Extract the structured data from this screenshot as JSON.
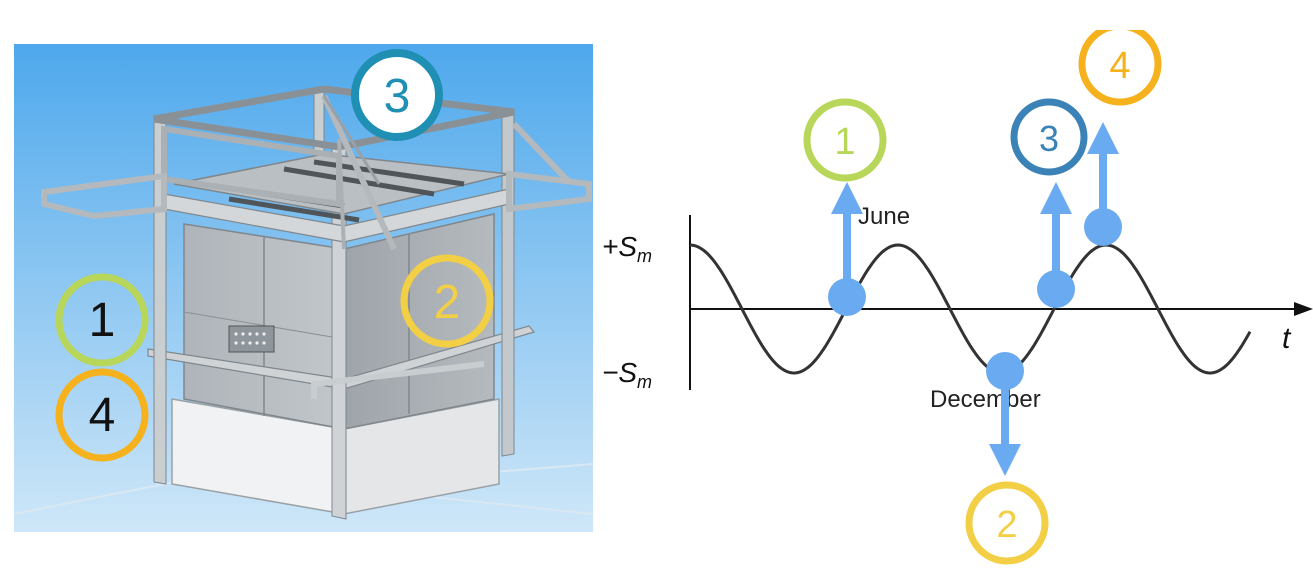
{
  "left_panel": {
    "markers": [
      {
        "label": "1",
        "color": "#b8d65a",
        "text_color": "#111111"
      },
      {
        "label": "2",
        "color": "#f2cf45",
        "text_color": "#f2cf45"
      },
      {
        "label": "3",
        "color": "#1f8fb4",
        "text_color": "#1f8fb4",
        "fill": "#ffffff"
      },
      {
        "label": "4",
        "color": "#f5b21c",
        "text_color": "#111111"
      }
    ],
    "colors": {
      "sky_top": "#4ea8ec",
      "sky_bottom": "#cfe7f8",
      "frame": "#bcc3c8",
      "frame_dark": "#7f878d",
      "panel": "#a9afb4"
    }
  },
  "right_panel": {
    "y_labels": {
      "top": "+S",
      "bottom": "−S",
      "subscript": "m"
    },
    "x_label": "t",
    "annotations": {
      "june": "June",
      "december": "December"
    },
    "markers": [
      {
        "label": "1",
        "color": "#b8d65a"
      },
      {
        "label": "2",
        "color": "#f2cf45"
      },
      {
        "label": "3",
        "color": "#3b83b6"
      },
      {
        "label": "4",
        "color": "#f5b21c"
      }
    ],
    "colors": {
      "curve": "#333333",
      "axis": "#111111",
      "arrow": "#6aaaf0"
    }
  }
}
